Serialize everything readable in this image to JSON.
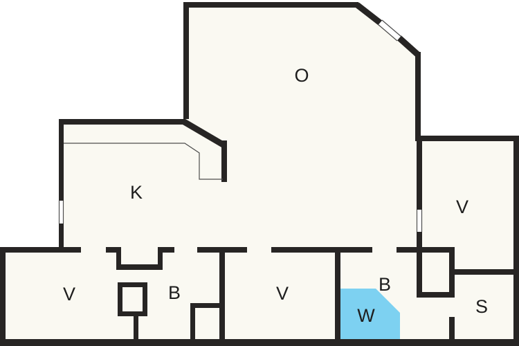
{
  "colors": {
    "wall": "#272524",
    "floor": "#faf9f2",
    "background": "#ffffff",
    "highlight": "#7dd1f1",
    "label": "#1e1e1e",
    "thin_line": "#4d4d4d"
  },
  "rooms": [
    {
      "id": "o",
      "label": "O",
      "highlighted": false
    },
    {
      "id": "k",
      "label": "K",
      "highlighted": false
    },
    {
      "id": "v-southwest",
      "label": "V",
      "highlighted": false
    },
    {
      "id": "b-west",
      "label": "B",
      "highlighted": false
    },
    {
      "id": "v-south",
      "label": "V",
      "highlighted": false
    },
    {
      "id": "b-east",
      "label": "B",
      "highlighted": false
    },
    {
      "id": "w",
      "label": "W",
      "highlighted": true
    },
    {
      "id": "v-east",
      "label": "V",
      "highlighted": false
    },
    {
      "id": "s",
      "label": "S",
      "highlighted": false
    }
  ]
}
